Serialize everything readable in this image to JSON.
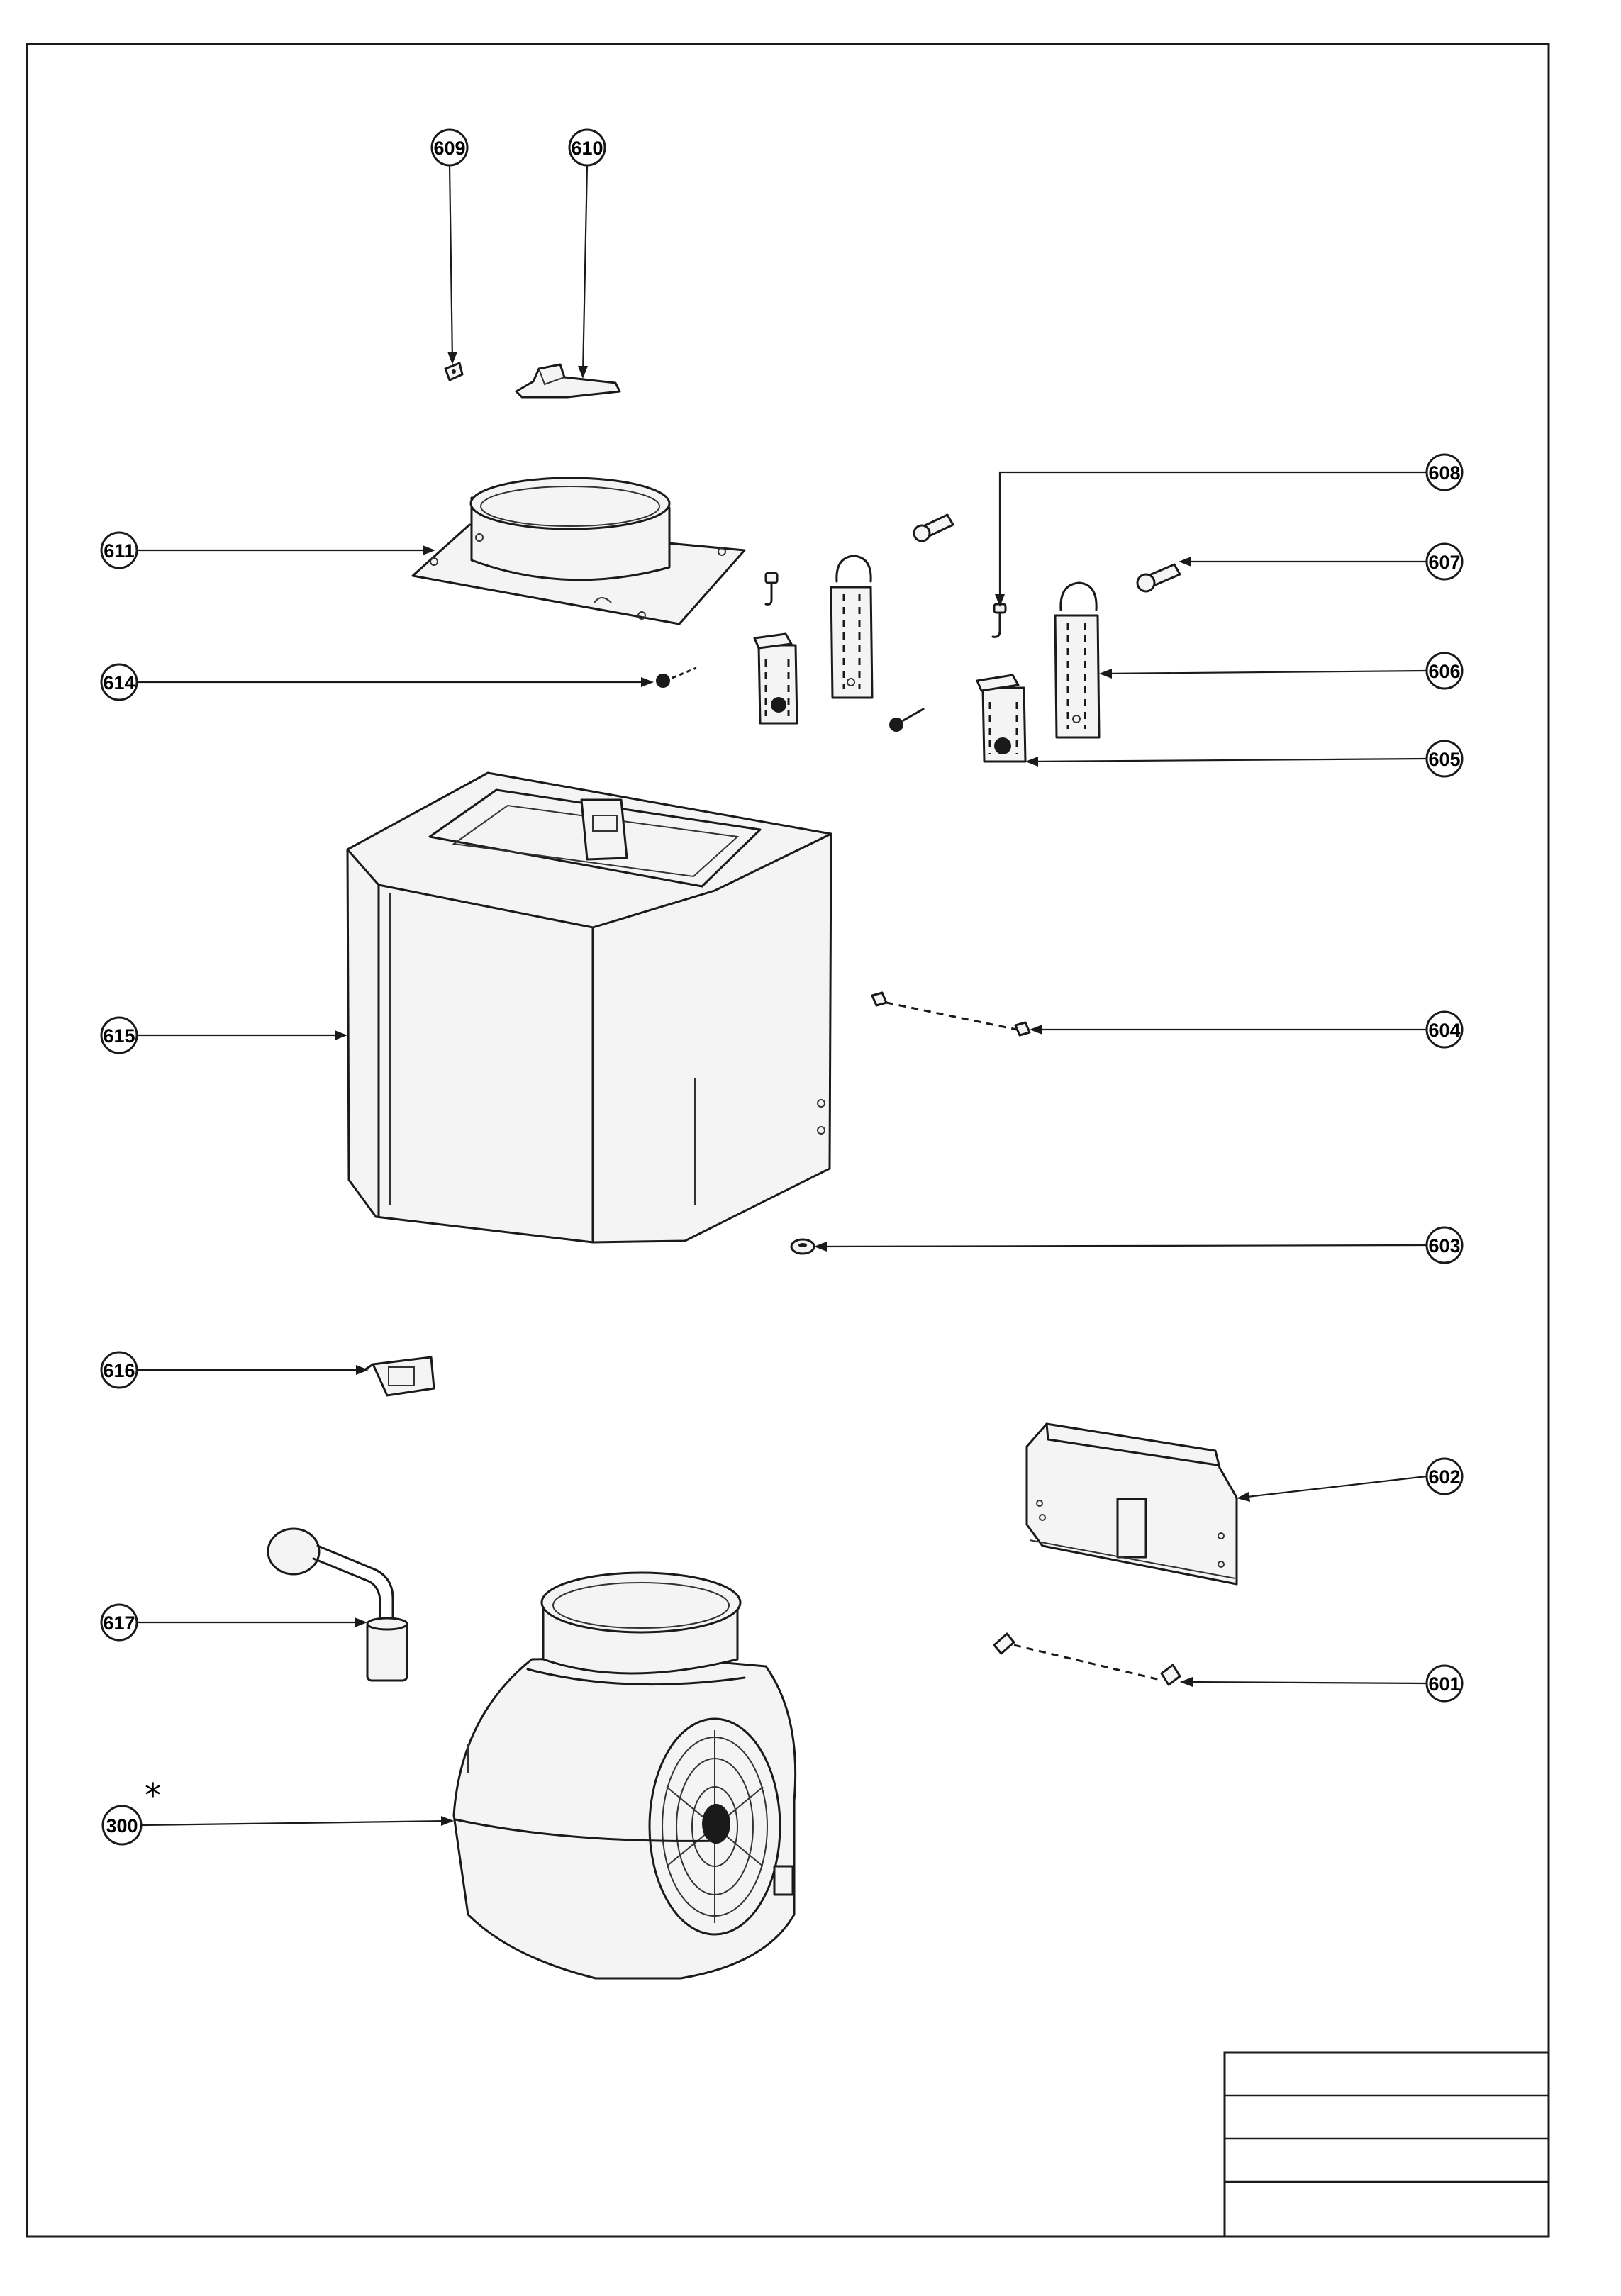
{
  "callouts": [
    {
      "id": "609",
      "label": "609"
    },
    {
      "id": "610",
      "label": "610"
    },
    {
      "id": "608",
      "label": "608"
    },
    {
      "id": "611",
      "label": "611"
    },
    {
      "id": "607",
      "label": "607"
    },
    {
      "id": "614",
      "label": "614"
    },
    {
      "id": "606",
      "label": "606"
    },
    {
      "id": "605",
      "label": "605"
    },
    {
      "id": "615",
      "label": "615"
    },
    {
      "id": "604",
      "label": "604"
    },
    {
      "id": "603",
      "label": "603"
    },
    {
      "id": "616",
      "label": "616"
    },
    {
      "id": "602",
      "label": "602"
    },
    {
      "id": "617",
      "label": "617"
    },
    {
      "id": "601",
      "label": "601"
    },
    {
      "id": "300",
      "label": "300"
    }
  ],
  "marker": "*",
  "title_block": {
    "rows": [
      "",
      "",
      "",
      ""
    ]
  },
  "colors": {
    "line": "#1a1a1a",
    "background": "#ffffff"
  }
}
